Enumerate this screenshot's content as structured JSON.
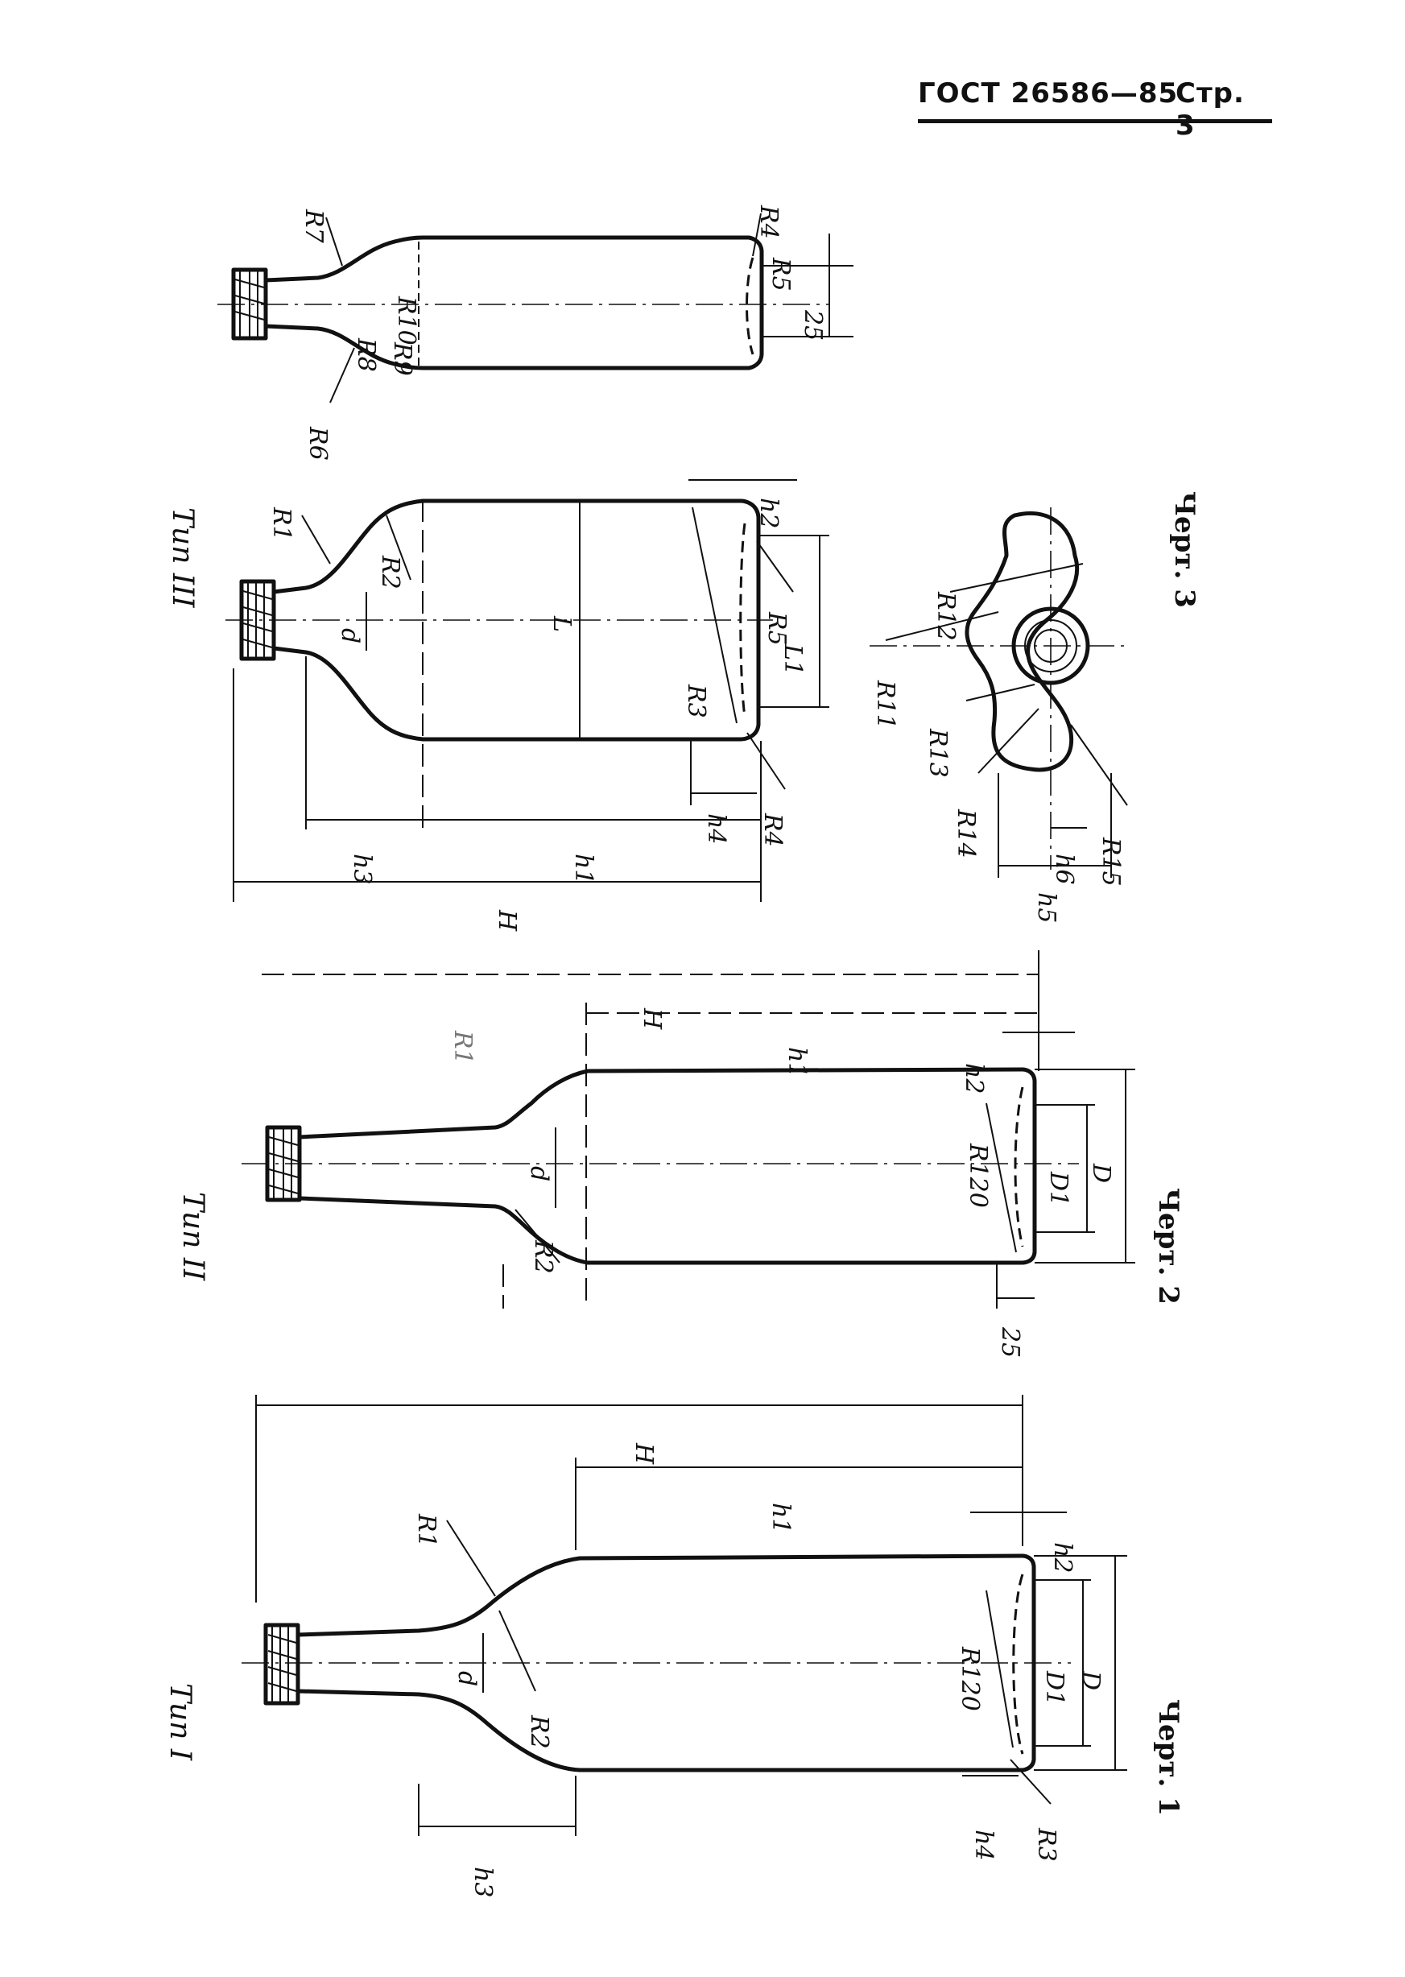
{
  "header": {
    "standard": "ГОСТ 26586—85",
    "page": "Стр. 3"
  },
  "figures": [
    {
      "type_label": "Тип I",
      "caption": "Черт. 1",
      "labels": {
        "H": "H",
        "h1": "h1",
        "h2": "h2",
        "h3": "h3",
        "h4": "h4",
        "R1": "R1",
        "R2": "R2",
        "R3": "R3",
        "R120": "R120",
        "d": "d",
        "D": "D",
        "D1": "D1"
      }
    },
    {
      "type_label": "Тип II",
      "caption": "Черт. 2",
      "labels": {
        "H": "H",
        "h1": "h1",
        "h2": "h2",
        "R1": "R1",
        "R2": "R2",
        "R120": "R120",
        "d": "d",
        "D": "D",
        "D1": "D1",
        "dim25": "25"
      }
    },
    {
      "type_label": "Тип III",
      "caption": "Черт. 3",
      "labels": {
        "H": "H",
        "h1": "h1",
        "h2": "h2",
        "h3": "h3",
        "h4": "h4",
        "h5": "h5",
        "h6": "h6",
        "L": "L",
        "L1": "L1",
        "d": "d",
        "R1": "R1",
        "R2": "R2",
        "R3": "R3",
        "R4": "R4",
        "R5": "R5",
        "R6": "R6",
        "R7": "R7",
        "R8": "R8",
        "R9": "R9",
        "R10": "R10",
        "R11": "R11",
        "R12": "R12",
        "R13": "R13",
        "R14": "R14",
        "R15": "R15",
        "dim25": "25"
      }
    }
  ]
}
